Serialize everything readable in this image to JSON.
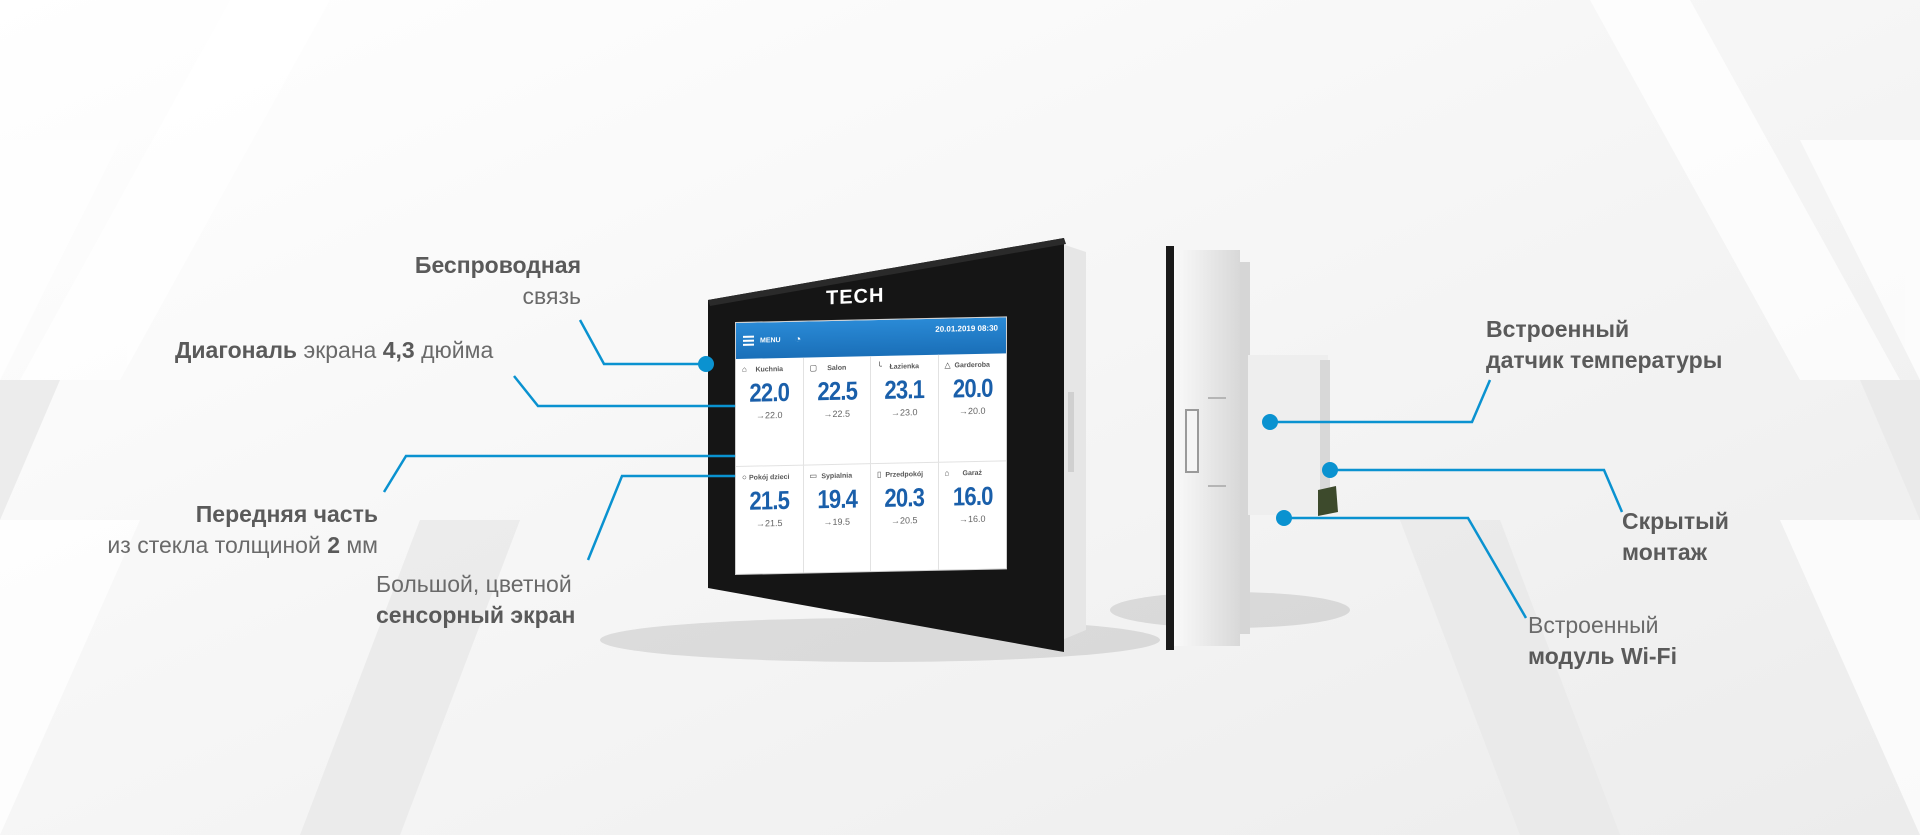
{
  "callouts": {
    "wireless": {
      "line1": "Беспроводная",
      "line2": "связь"
    },
    "diagonal": {
      "bold1": "Диагональ",
      "text1": " экрана ",
      "bold2": "4,3",
      "text2": " дюйма"
    },
    "front": {
      "line1": "Передняя часть",
      "line2a": "из стекла толщиной ",
      "line2b": "2",
      "line2c": " мм"
    },
    "screen": {
      "line1": "Большой, цветной",
      "line2": "сенсорный экран"
    },
    "sensor": {
      "line1": "Встроенный",
      "line2": "датчик температуры"
    },
    "mount": {
      "line1": "Скрытый",
      "line2": "монтаж"
    },
    "wifi": {
      "line1": "Встроенный",
      "line2": "модуль Wi-Fi"
    }
  },
  "device": {
    "logo": "TECH",
    "menu_label": "MENU",
    "datetime": "20.01.2019 08:30",
    "rooms": [
      {
        "name": "Kuchnia",
        "temp": "22.0",
        "set": "→22.0",
        "icon": "pot-icon"
      },
      {
        "name": "Salon",
        "temp": "22.5",
        "set": "→22.5",
        "icon": "sofa-icon"
      },
      {
        "name": "Łazienka",
        "temp": "23.1",
        "set": "→23.0",
        "icon": "bath-icon"
      },
      {
        "name": "Garderoba",
        "temp": "20.0",
        "set": "→20.0",
        "icon": "hanger-icon"
      },
      {
        "name": "Pokój dzieci",
        "temp": "21.5",
        "set": "→21.5",
        "icon": "toy-icon"
      },
      {
        "name": "Sypialnia",
        "temp": "19.4",
        "set": "→19.5",
        "icon": "bed-icon"
      },
      {
        "name": "Przedpokój",
        "temp": "20.3",
        "set": "→20.5",
        "icon": "door-icon"
      },
      {
        "name": "Garaż",
        "temp": "16.0",
        "set": "→16.0",
        "icon": "garage-icon"
      }
    ]
  },
  "colors": {
    "accent": "#0a92d0",
    "temp_blue": "#1a5faa",
    "bezel": "#151515"
  }
}
